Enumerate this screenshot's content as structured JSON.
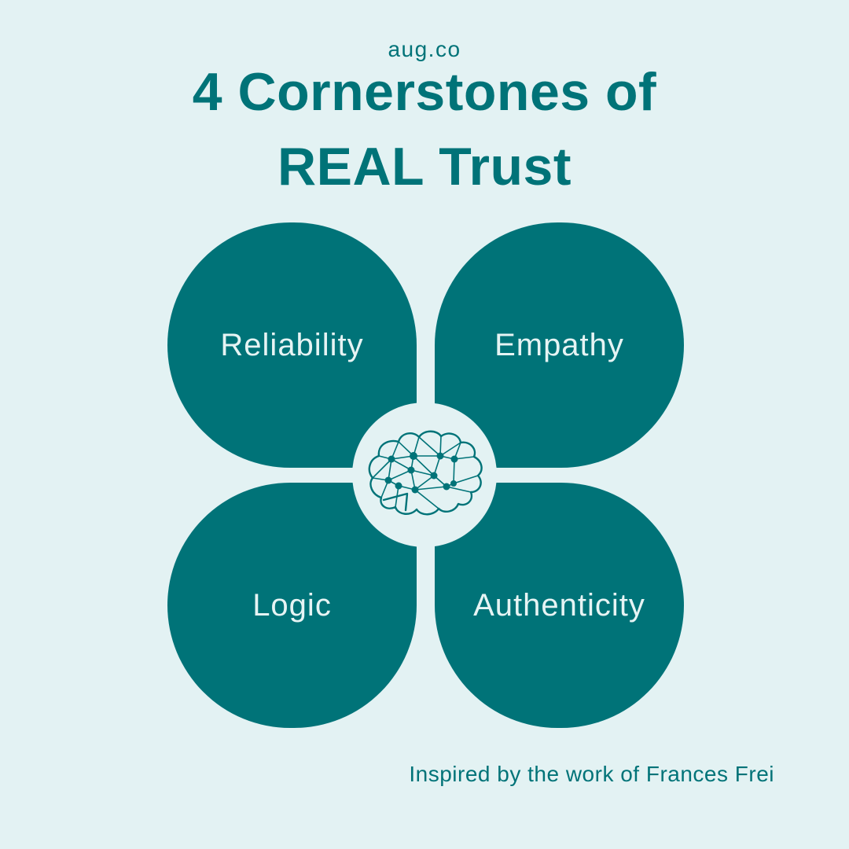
{
  "page": {
    "brand": "aug.co",
    "title_line1": "4 Cornerstones of",
    "title_line2": "REAL Trust",
    "credit": "Inspired by the work of Frances Frei"
  },
  "petals": [
    {
      "label": "Reliability",
      "position": "top-left"
    },
    {
      "label": "Empathy",
      "position": "top-right"
    },
    {
      "label": "Logic",
      "position": "bottom-left"
    },
    {
      "label": "Authenticity",
      "position": "bottom-right"
    }
  ],
  "center": {
    "icon": "brain-network-icon"
  },
  "colors": {
    "background": "#E3F2F3",
    "accent": "#007378",
    "label": "#E6F4F4"
  }
}
